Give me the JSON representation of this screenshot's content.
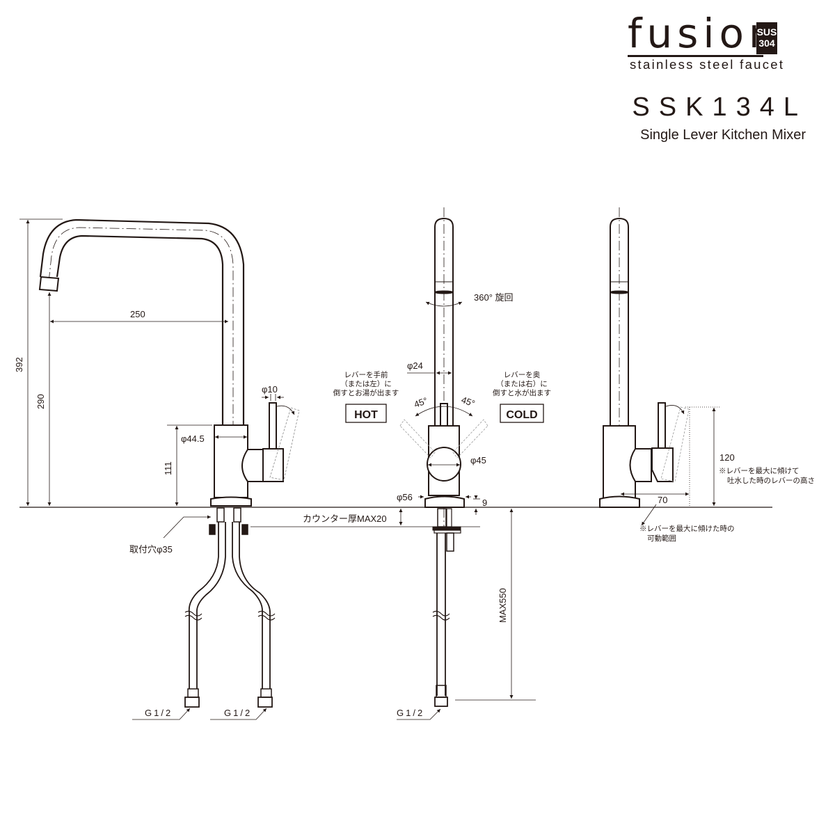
{
  "brand": {
    "logo": "fusion",
    "badge_line1": "SUS",
    "badge_line2": "304",
    "tagline": "stainless steel faucet"
  },
  "product": {
    "model": "SSK134L",
    "name": "Single Lever Kitchen Mixer"
  },
  "side_view": {
    "dim_total_height": "392",
    "dim_spout_height": "290",
    "dim_reach": "250",
    "dim_body_height": "111",
    "dim_body_diameter": "φ44.5",
    "dim_lever_diameter": "φ10",
    "mount_hole": "取付穴φ35",
    "counter_thickness": "カウンター厚MAX20",
    "hose_thread_left": "G1/2",
    "hose_thread_right": "G1/2"
  },
  "front_view": {
    "rotation": "360° 旋回",
    "dim_pipe_diameter": "φ24",
    "hot_note_line1": "レバーを手前",
    "hot_note_line2": "（または左）に",
    "hot_note_line3": "倒すとお湯が出ます",
    "cold_note_line1": "レバーを奥",
    "cold_note_line2": "（または右）に",
    "cold_note_line3": "倒すと水が出ます",
    "hot_label": "HOT",
    "cold_label": "COLD",
    "angle_left": "45°",
    "angle_right": "45°",
    "dim_handle_diameter": "φ45",
    "dim_base_diameter": "φ56",
    "dim_base_height": "9",
    "dim_hose_length": "MAX550",
    "hose_thread": "G1/2"
  },
  "rear_view": {
    "dim_lever_height": "120",
    "lever_height_note_line1": "※レバーを最大に傾けて",
    "lever_height_note_line2": "吐水した時のレバーの高さ",
    "dim_lever_reach": "70",
    "range_note_line1": "※レバーを最大に傾けた時の",
    "range_note_line2": "可動範囲"
  }
}
